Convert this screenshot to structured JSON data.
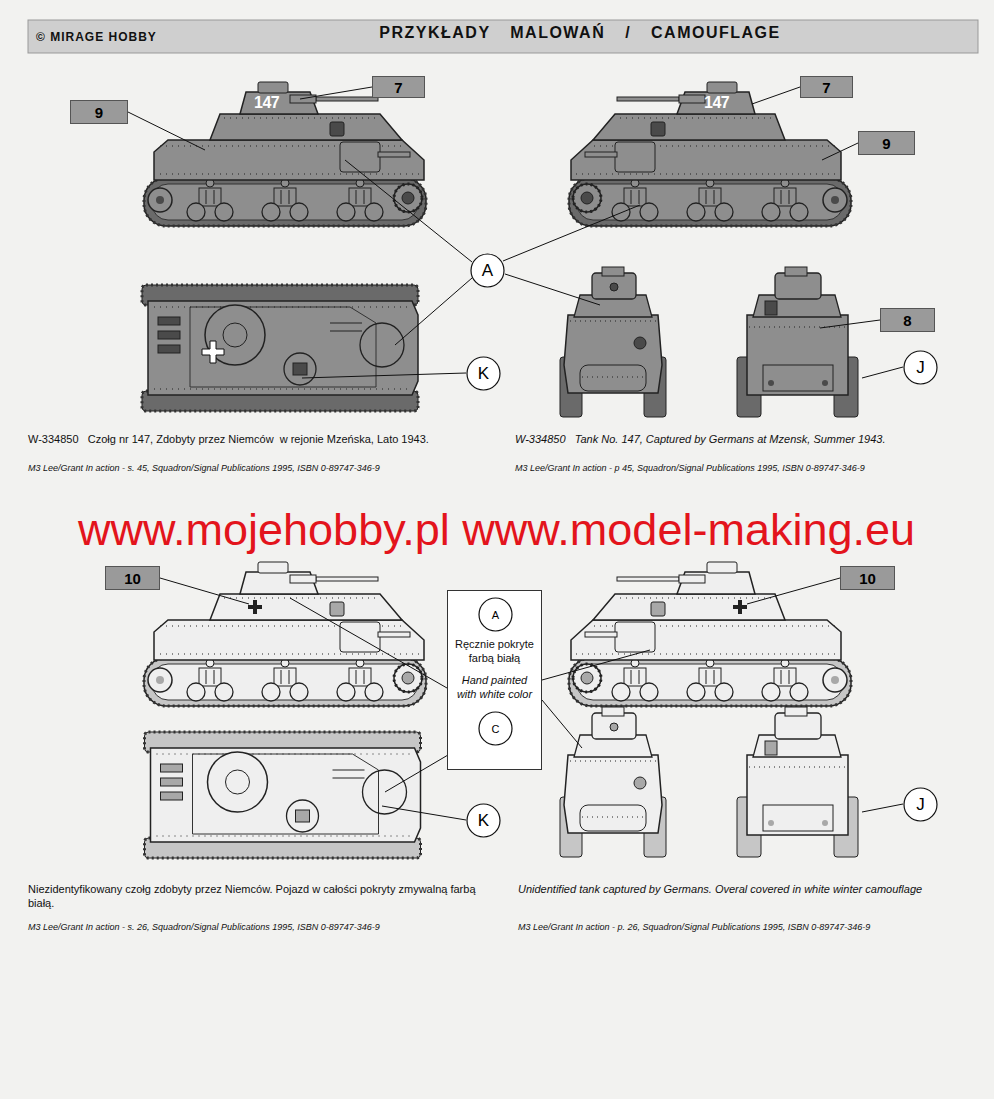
{
  "diagram": {
    "title": "PRZYKŁADY MALOWAŃ / CAMOUFLAGE",
    "nodes": [
      {
        "text": [
          "9"
        ]
      },
      {
        "text": [
          "7"
        ]
      },
      {
        "text": [
          "7"
        ]
      },
      {
        "text": [
          "9"
        ]
      },
      {
        "text": [
          "A"
        ]
      },
      {
        "text": [
          "8"
        ]
      },
      {
        "text": [
          "K"
        ]
      },
      {
        "text": [
          "J"
        ]
      },
      {
        "text": [
          "10"
        ]
      },
      {
        "text": [
          "10"
        ]
      },
      {
        "text": [
          "Ręcznie pokryte farbą białą",
          "Hand painted with white color"
        ]
      },
      {
        "text": [
          "A"
        ],
        "in": 10
      },
      {
        "text": [
          "C"
        ],
        "in": 10
      },
      {
        "text": [
          "K"
        ]
      },
      {
        "text": [
          "J"
        ]
      }
    ],
    "labels": [
      "© MIRAGE HOBBY",
      "147",
      "147",
      "W-334850   Czołg nr 147, Zdobyty przez Niemców  w rejonie Mzeńska, Lato 1943.",
      "M3 Lee/Grant In action - s. 45, Squadron/Signal Publications 1995, ISBN 0-89747-346-9",
      "W-334850   Tank No. 147, Captured by Germans at Mzensk, Summer 1943.",
      "M3 Lee/Grant In action - p 45, Squadron/Signal Publications 1995, ISBN 0-89747-346-9",
      "www.mojehobby.pl www.model-making.eu",
      "Niezidentyfikowany czołg zdobyty przez Niemców. Pojazd w całości pokryty zmywalną farbą białą.",
      "M3 Lee/Grant In action - s. 26, Squadron/Signal Publications 1995, ISBN 0-89747-346-9",
      "Unidentified tank captured by Germans. Overal covered in white winter camouflage",
      "M3 Lee/Grant In action - p. 26, Squadron/Signal Publications 1995, ISBN 0-89747-346-9"
    ]
  }
}
